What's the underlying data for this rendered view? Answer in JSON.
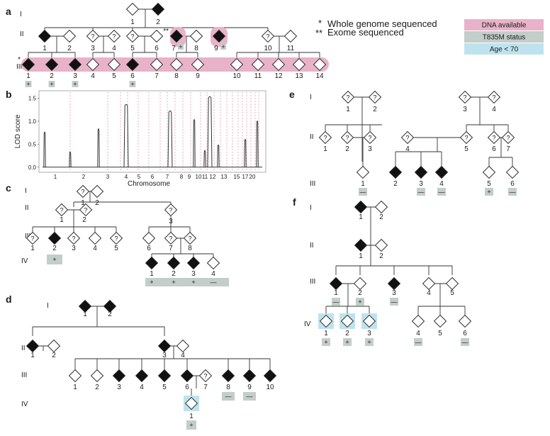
{
  "legend": {
    "note_star": "Whole genome sequenced",
    "note_double_star": "Exome sequenced",
    "star": "*",
    "double_star": "**",
    "items": [
      {
        "label": "DNA available",
        "color": "#e8b3c8"
      },
      {
        "label": "T835M status",
        "color": "#c3cdc9"
      },
      {
        "label": "Age < 70",
        "color": "#bfe3ee"
      }
    ]
  },
  "markers": {
    "positive": "+",
    "negative": "—",
    "unknown": "?"
  },
  "colors": {
    "affected": "#111111",
    "dna_available": "#e8b3c8",
    "t835m_status": "#c3cdc9",
    "age_under_70": "#bfe3ee",
    "lod_line": "#333333",
    "chrom_boundary": "#e07a96"
  },
  "panels": {
    "a": {
      "label": "a",
      "generations": [
        "I",
        "II",
        "III"
      ],
      "members": [
        {
          "id": "1",
          "gen": "I",
          "affected": false
        },
        {
          "id": "2",
          "gen": "I",
          "affected": true
        },
        {
          "id": "1",
          "gen": "II",
          "affected": true
        },
        {
          "id": "2",
          "gen": "II",
          "affected": false
        },
        {
          "id": "3",
          "gen": "II",
          "affected": false,
          "status": "?"
        },
        {
          "id": "4",
          "gen": "II",
          "affected": false,
          "status": "?"
        },
        {
          "id": "5",
          "gen": "II",
          "affected": false,
          "status": "?"
        },
        {
          "id": "6",
          "gen": "II",
          "affected": false
        },
        {
          "id": "7",
          "gen": "II",
          "affected": true,
          "dna": true,
          "sequenced": "**",
          "marker": "+"
        },
        {
          "id": "8",
          "gen": "II",
          "affected": false
        },
        {
          "id": "9",
          "gen": "II",
          "affected": true,
          "dna": true,
          "marker": "+"
        },
        {
          "id": "10",
          "gen": "II",
          "affected": false,
          "status": "?"
        },
        {
          "id": "11",
          "gen": "II",
          "affected": false
        },
        {
          "id": "1",
          "gen": "III",
          "affected": true,
          "dna": true,
          "sequenced": "*",
          "marker": "+"
        },
        {
          "id": "2",
          "gen": "III",
          "affected": true,
          "dna": true,
          "marker": "+"
        },
        {
          "id": "3",
          "gen": "III",
          "affected": true,
          "dna": true,
          "marker": "+"
        },
        {
          "id": "4",
          "gen": "III",
          "affected": false,
          "dna": true
        },
        {
          "id": "5",
          "gen": "III",
          "affected": false,
          "dna": true
        },
        {
          "id": "6",
          "gen": "III",
          "affected": true,
          "dna": true,
          "marker": "+"
        },
        {
          "id": "7",
          "gen": "III",
          "affected": false,
          "dna": true
        },
        {
          "id": "8",
          "gen": "III",
          "affected": false,
          "dna": true
        },
        {
          "id": "9",
          "gen": "III",
          "affected": false,
          "dna": true
        },
        {
          "id": "10",
          "gen": "III",
          "affected": false,
          "dna": true
        },
        {
          "id": "11",
          "gen": "III",
          "affected": false,
          "dna": true
        },
        {
          "id": "12",
          "gen": "III",
          "affected": false,
          "dna": true
        },
        {
          "id": "13",
          "gen": "III",
          "affected": false,
          "dna": true
        },
        {
          "id": "14",
          "gen": "III",
          "affected": false,
          "dna": true
        }
      ]
    },
    "b": {
      "label": "b",
      "chart_data": {
        "type": "line",
        "ylabel": "LOD score",
        "xlabel": "Chromosome",
        "ylim": [
          -0.05,
          1.6
        ],
        "yticks": [
          "0.0",
          "0.5",
          "1.0",
          "1.5"
        ],
        "xticks": [
          "1",
          "2",
          "3",
          "4",
          "5",
          "6",
          "7",
          "8",
          "9",
          "10",
          "11",
          "12",
          "13",
          "15",
          "17",
          "20"
        ],
        "grid": false,
        "peaks": [
          {
            "chromosome": "1",
            "lod": 0.78
          },
          {
            "chromosome": "1",
            "lod": 0.35
          },
          {
            "chromosome": "3",
            "lod": 0.85
          },
          {
            "chromosome": "4",
            "lod": 1.38
          },
          {
            "chromosome": "7",
            "lod": 1.24
          },
          {
            "chromosome": "9",
            "lod": 1.05
          },
          {
            "chromosome": "11",
            "lod": 0.38
          },
          {
            "chromosome": "12",
            "lod": 1.55
          },
          {
            "chromosome": "13",
            "lod": 0.5
          },
          {
            "chromosome": "17",
            "lod": 0.62
          },
          {
            "chromosome": "20",
            "lod": 1.02
          }
        ]
      }
    },
    "c": {
      "label": "c",
      "generations": [
        "I",
        "II",
        "III",
        "IV"
      ],
      "members": [
        {
          "id": "1",
          "gen": "I",
          "affected": false,
          "status": "?"
        },
        {
          "id": "2",
          "gen": "I",
          "affected": false
        },
        {
          "id": "1",
          "gen": "II",
          "affected": false,
          "status": "?"
        },
        {
          "id": "2",
          "gen": "II",
          "affected": false,
          "status": "?"
        },
        {
          "id": "3",
          "gen": "II",
          "affected": false,
          "status": "?"
        },
        {
          "id": "1",
          "gen": "III",
          "affected": false,
          "status": "?"
        },
        {
          "id": "2",
          "gen": "III",
          "affected": true,
          "marker": "+"
        },
        {
          "id": "3",
          "gen": "III",
          "affected": false,
          "status": "?"
        },
        {
          "id": "4",
          "gen": "III",
          "affected": false
        },
        {
          "id": "5",
          "gen": "III",
          "affected": false,
          "status": "?"
        },
        {
          "id": "6",
          "gen": "III",
          "affected": false
        },
        {
          "id": "7",
          "gen": "III",
          "affected": false,
          "status": "?"
        },
        {
          "id": "8",
          "gen": "III",
          "affected": false,
          "status": "?"
        },
        {
          "id": "1",
          "gen": "IV",
          "affected": true,
          "marker": "+"
        },
        {
          "id": "2",
          "gen": "IV",
          "affected": true,
          "marker": "+"
        },
        {
          "id": "3",
          "gen": "IV",
          "affected": true,
          "marker": "+"
        },
        {
          "id": "4",
          "gen": "IV",
          "affected": false,
          "marker": "—"
        }
      ]
    },
    "d": {
      "label": "d",
      "generations": [
        "I",
        "II",
        "III",
        "IV"
      ],
      "members": [
        {
          "id": "1",
          "gen": "I",
          "affected": true
        },
        {
          "id": "2",
          "gen": "I",
          "affected": true
        },
        {
          "id": "1",
          "gen": "II",
          "affected": true
        },
        {
          "id": "2",
          "gen": "II",
          "affected": false
        },
        {
          "id": "3",
          "gen": "II",
          "affected": true
        },
        {
          "id": "4",
          "gen": "II",
          "affected": false
        },
        {
          "id": "1",
          "gen": "III",
          "affected": false
        },
        {
          "id": "2",
          "gen": "III",
          "affected": false
        },
        {
          "id": "3",
          "gen": "III",
          "affected": true
        },
        {
          "id": "4",
          "gen": "III",
          "affected": true
        },
        {
          "id": "5",
          "gen": "III",
          "affected": true
        },
        {
          "id": "6",
          "gen": "III",
          "affected": true
        },
        {
          "id": "7",
          "gen": "III",
          "affected": false,
          "status": "?"
        },
        {
          "id": "8",
          "gen": "III",
          "affected": true,
          "marker": "—"
        },
        {
          "id": "9",
          "gen": "III",
          "affected": true,
          "marker": "—"
        },
        {
          "id": "10",
          "gen": "III",
          "affected": true
        },
        {
          "id": "1",
          "gen": "IV",
          "affected": false,
          "age_under_70": true,
          "marker": "+"
        }
      ]
    },
    "e": {
      "label": "e",
      "generations": [
        "I",
        "II",
        "III"
      ],
      "members": [
        {
          "id": "1",
          "gen": "I",
          "affected": false,
          "status": "?"
        },
        {
          "id": "2",
          "gen": "I",
          "affected": false,
          "status": "?"
        },
        {
          "id": "3",
          "gen": "I",
          "affected": false,
          "status": "?"
        },
        {
          "id": "4",
          "gen": "I",
          "affected": false,
          "status": "?"
        },
        {
          "id": "1",
          "gen": "II",
          "affected": false,
          "status": "?"
        },
        {
          "id": "2",
          "gen": "II",
          "affected": false,
          "status": "?"
        },
        {
          "id": "3",
          "gen": "II",
          "affected": false,
          "status": "?"
        },
        {
          "id": "4",
          "gen": "II",
          "affected": false,
          "status": "?"
        },
        {
          "id": "5",
          "gen": "II",
          "affected": false,
          "status": "?"
        },
        {
          "id": "6",
          "gen": "II",
          "affected": false,
          "status": "?"
        },
        {
          "id": "7",
          "gen": "II",
          "affected": false,
          "status": "?"
        },
        {
          "id": "1",
          "gen": "III",
          "affected": false,
          "marker": "—"
        },
        {
          "id": "2",
          "gen": "III",
          "affected": true
        },
        {
          "id": "3",
          "gen": "III",
          "affected": true,
          "marker": "—"
        },
        {
          "id": "4",
          "gen": "III",
          "affected": true,
          "marker": "—"
        },
        {
          "id": "5",
          "gen": "III",
          "affected": false,
          "marker": "+"
        },
        {
          "id": "6",
          "gen": "III",
          "affected": false,
          "marker": "—"
        }
      ]
    },
    "f": {
      "label": "f",
      "generations": [
        "I",
        "II",
        "III",
        "IV"
      ],
      "members": [
        {
          "id": "1",
          "gen": "I",
          "affected": true
        },
        {
          "id": "2",
          "gen": "I",
          "affected": false
        },
        {
          "id": "1",
          "gen": "II",
          "affected": true
        },
        {
          "id": "2",
          "gen": "II",
          "affected": false
        },
        {
          "id": "1",
          "gen": "III",
          "affected": true,
          "marker": "—"
        },
        {
          "id": "2",
          "gen": "III",
          "affected": false,
          "marker": "+"
        },
        {
          "id": "3",
          "gen": "III",
          "affected": true,
          "marker": "—"
        },
        {
          "id": "4",
          "gen": "III",
          "affected": false
        },
        {
          "id": "5",
          "gen": "III",
          "affected": false
        },
        {
          "id": "1",
          "gen": "IV",
          "affected": false,
          "age_under_70": true,
          "marker": "+"
        },
        {
          "id": "2",
          "gen": "IV",
          "affected": false,
          "age_under_70": true,
          "marker": "+"
        },
        {
          "id": "3",
          "gen": "IV",
          "affected": false,
          "age_under_70": true,
          "marker": "+"
        },
        {
          "id": "4",
          "gen": "IV",
          "affected": false,
          "marker": "—"
        },
        {
          "id": "5",
          "gen": "IV",
          "affected": false
        },
        {
          "id": "6",
          "gen": "IV",
          "affected": false,
          "marker": "—"
        }
      ]
    }
  }
}
